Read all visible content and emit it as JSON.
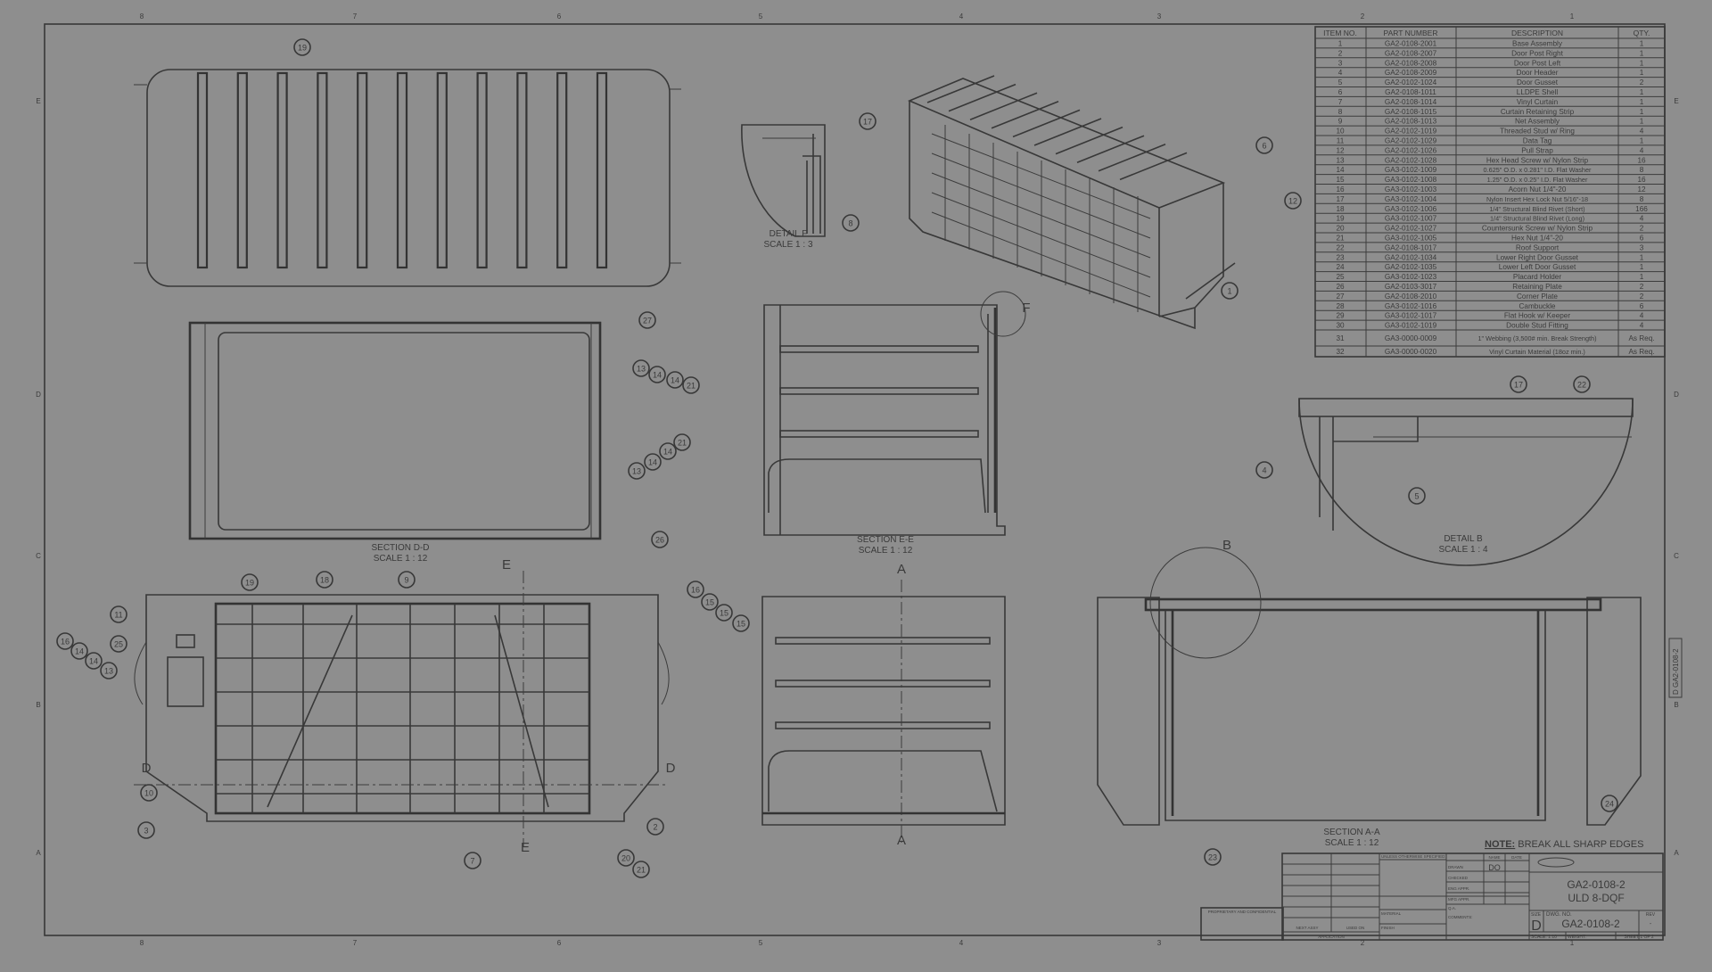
{
  "sheet": {
    "background": "#8e8e8e",
    "line_color": "#383838",
    "zones_horizontal": [
      "8",
      "7",
      "6",
      "5",
      "4",
      "3",
      "2",
      "1"
    ],
    "zones_vertical": [
      "E",
      "D",
      "C",
      "B",
      "A"
    ]
  },
  "parts_list": {
    "headers": [
      "ITEM NO.",
      "PART NUMBER",
      "DESCRIPTION",
      "QTY."
    ],
    "rows": [
      [
        "1",
        "GA2-0108-2001",
        "Base Assembly",
        "1"
      ],
      [
        "2",
        "GA2-0108-2007",
        "Door Post Right",
        "1"
      ],
      [
        "3",
        "GA2-0108-2008",
        "Door Post Left",
        "1"
      ],
      [
        "4",
        "GA2-0108-2009",
        "Door Header",
        "1"
      ],
      [
        "5",
        "GA2-0102-1024",
        "Door Gusset",
        "2"
      ],
      [
        "6",
        "GA2-0108-1011",
        "LLDPE Shell",
        "1"
      ],
      [
        "7",
        "GA2-0108-1014",
        "Vinyl Curtain",
        "1"
      ],
      [
        "8",
        "GA2-0108-1015",
        "Curtain Retaining Strip",
        "1"
      ],
      [
        "9",
        "GA2-0108-1013",
        "Net Assembly",
        "1"
      ],
      [
        "10",
        "GA2-0102-1019",
        "Threaded Stud w/ Ring",
        "4"
      ],
      [
        "11",
        "GA2-0102-1029",
        "Data Tag",
        "1"
      ],
      [
        "12",
        "GA2-0102-1026",
        "Pull Strap",
        "4"
      ],
      [
        "13",
        "GA2-0102-1028",
        "Hex Head Screw w/ Nylon Strip",
        "16"
      ],
      [
        "14",
        "GA3-0102-1009",
        "0.625\" O.D. x 0.281\" I.D. Flat Washer",
        "8"
      ],
      [
        "15",
        "GA3-0102-1008",
        "1.25\" O.D. x 0.25\" I.D. Flat Washer",
        "16"
      ],
      [
        "16",
        "GA3-0102-1003",
        "Acorn Nut 1/4\"-20",
        "12"
      ],
      [
        "17",
        "GA3-0102-1004",
        "Nylon Insert Hex Lock Nut 5/16\"-18",
        "8"
      ],
      [
        "18",
        "GA3-0102-1006",
        "1/4\" Structural Blind Rivet (Short)",
        "166"
      ],
      [
        "19",
        "GA3-0102-1007",
        "1/4\" Structural Blind Rivet (Long)",
        "4"
      ],
      [
        "20",
        "GA2-0102-1027",
        "Countersunk Screw w/ Nylon Strip",
        "2"
      ],
      [
        "21",
        "GA3-0102-1005",
        "Hex Nut 1/4\"-20",
        "6"
      ],
      [
        "22",
        "GA2-0108-1017",
        "Roof Support",
        "3"
      ],
      [
        "23",
        "GA2-0102-1034",
        "Lower Right Door Gusset",
        "1"
      ],
      [
        "24",
        "GA2-0102-1035",
        "Lower Left Door Gusset",
        "1"
      ],
      [
        "25",
        "GA3-0102-1023",
        "Placard Holder",
        "1"
      ],
      [
        "26",
        "GA2-0103-3017",
        "Retaining Plate",
        "2"
      ],
      [
        "27",
        "GA2-0108-2010",
        "Corner Plate",
        "2"
      ],
      [
        "28",
        "GA3-0102-1016",
        "Cambuckle",
        "6"
      ],
      [
        "29",
        "GA3-0102-1017",
        "Flat Hook w/ Keeper",
        "4"
      ],
      [
        "30",
        "GA3-0102-1019",
        "Double Stud Fitting",
        "4"
      ],
      [
        "31",
        "GA3-0000-0009",
        "1\" Webbing (3,500# min. Break Strength)",
        "As Req."
      ],
      [
        "32",
        "GA3-0000-0020",
        "Vinyl Curtain Material (18oz min.)",
        "As Req."
      ]
    ]
  },
  "views": {
    "detail_f": [
      "DETAIL F",
      "SCALE 1 : 3"
    ],
    "section_dd": [
      "SECTION D-D",
      "SCALE 1 : 12"
    ],
    "section_ee": [
      "SECTION E-E",
      "SCALE 1 : 12"
    ],
    "detail_b": [
      "DETAIL B",
      "SCALE 1 : 4"
    ],
    "section_aa": [
      "SECTION A-A",
      "SCALE 1 : 12"
    ]
  },
  "section_letters": [
    "E",
    "E",
    "A",
    "A",
    "D",
    "D",
    "B",
    "F"
  ],
  "balloons": [
    "19",
    "17",
    "8",
    "6",
    "12",
    "1",
    "27",
    "13",
    "14",
    "14",
    "21",
    "21",
    "14",
    "14",
    "13",
    "26",
    "17",
    "22",
    "4",
    "5",
    "19",
    "18",
    "9",
    "11",
    "16",
    "25",
    "14",
    "14",
    "13",
    "10",
    "3",
    "2",
    "7",
    "20",
    "21",
    "16",
    "15",
    "15",
    "15",
    "24",
    "23"
  ],
  "note": {
    "label": "NOTE:",
    "text": "BREAK ALL SHARP EDGES"
  },
  "title_block": {
    "title_line1": "GA2-0108-2",
    "title_line2": "ULD 8-DQF",
    "size_label": "SIZE",
    "size": "D",
    "dwg_no_label": "DWG. NO.",
    "dwg_no": "GA2-0108-2",
    "rev_label": "REV",
    "rev": "-",
    "scale": "SCALE: 1:10",
    "weight": "WEIGHT:",
    "sheet": "SHEET 1 OF 2",
    "name_label": "NAME",
    "date_label": "DATE",
    "drawn_label": "DRAWN",
    "drawn_by": "DO",
    "checked_label": "CHECKED",
    "eng_appr_label": "ENG APPR.",
    "mfg_appr_label": "MFG APPR.",
    "qa_label": "Q.A.",
    "comments_label": "COMMENTS:",
    "unless_label": "UNLESS OTHERWISE SPECIFIED:",
    "material_label": "MATERIAL",
    "finish_label": "FINISH",
    "next_assy_label": "NEXT ASSY",
    "used_on_label": "USED ON",
    "application_label": "APPLICATION",
    "proprietary_label": "PROPRIETARY AND CONFIDENTIAL",
    "side_strip": "D  GA2-0108-2"
  }
}
